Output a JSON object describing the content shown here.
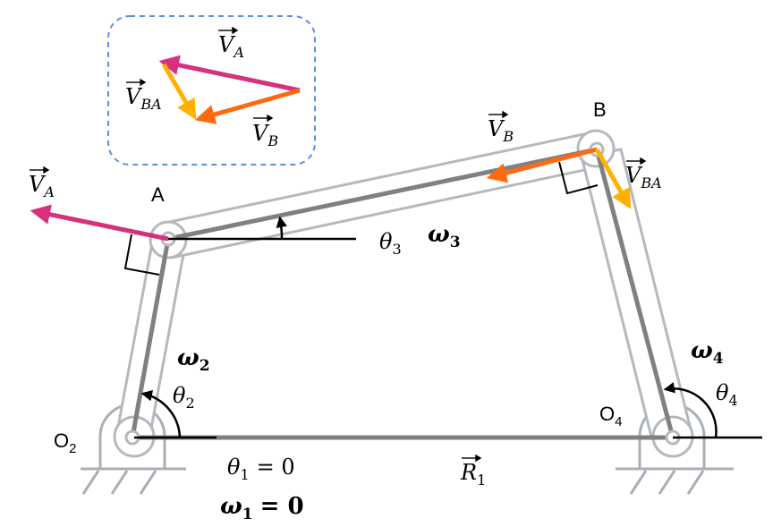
{
  "colors": {
    "link_outline": "#b4b9be",
    "link_center": "#808080",
    "ground": "#a9afb5",
    "va": "#d6307e",
    "vb": "#ff6a10",
    "vba": "#ffb000",
    "inset_border": "#5b8ee6",
    "black": "#000000"
  },
  "points": {
    "A_label": "A",
    "B_label": "B",
    "O2_label": "O",
    "O2_sub": "2",
    "O4_label": "O",
    "O4_sub": "4"
  },
  "vectors": {
    "VA": {
      "letter": "V",
      "sub": "A"
    },
    "VB": {
      "letter": "V",
      "sub": "B"
    },
    "VBA": {
      "letter": "V",
      "sub": "BA"
    },
    "R1": {
      "letter": "R",
      "sub": "1"
    }
  },
  "angles": {
    "theta2": {
      "sym": "θ",
      "sub": "2"
    },
    "theta3": {
      "sym": "θ",
      "sub": "3"
    },
    "theta4": {
      "sym": "θ",
      "sub": "4"
    },
    "theta1": {
      "sym": "θ",
      "sub": "1",
      "eq": "= 0"
    }
  },
  "omegas": {
    "w2": {
      "sym": "ω",
      "sub": "2"
    },
    "w3": {
      "sym": "ω",
      "sub": "3"
    },
    "w4": {
      "sym": "ω",
      "sub": "4"
    },
    "w1": {
      "sym": "ω",
      "sub": "1",
      "eq": "= 0"
    }
  }
}
